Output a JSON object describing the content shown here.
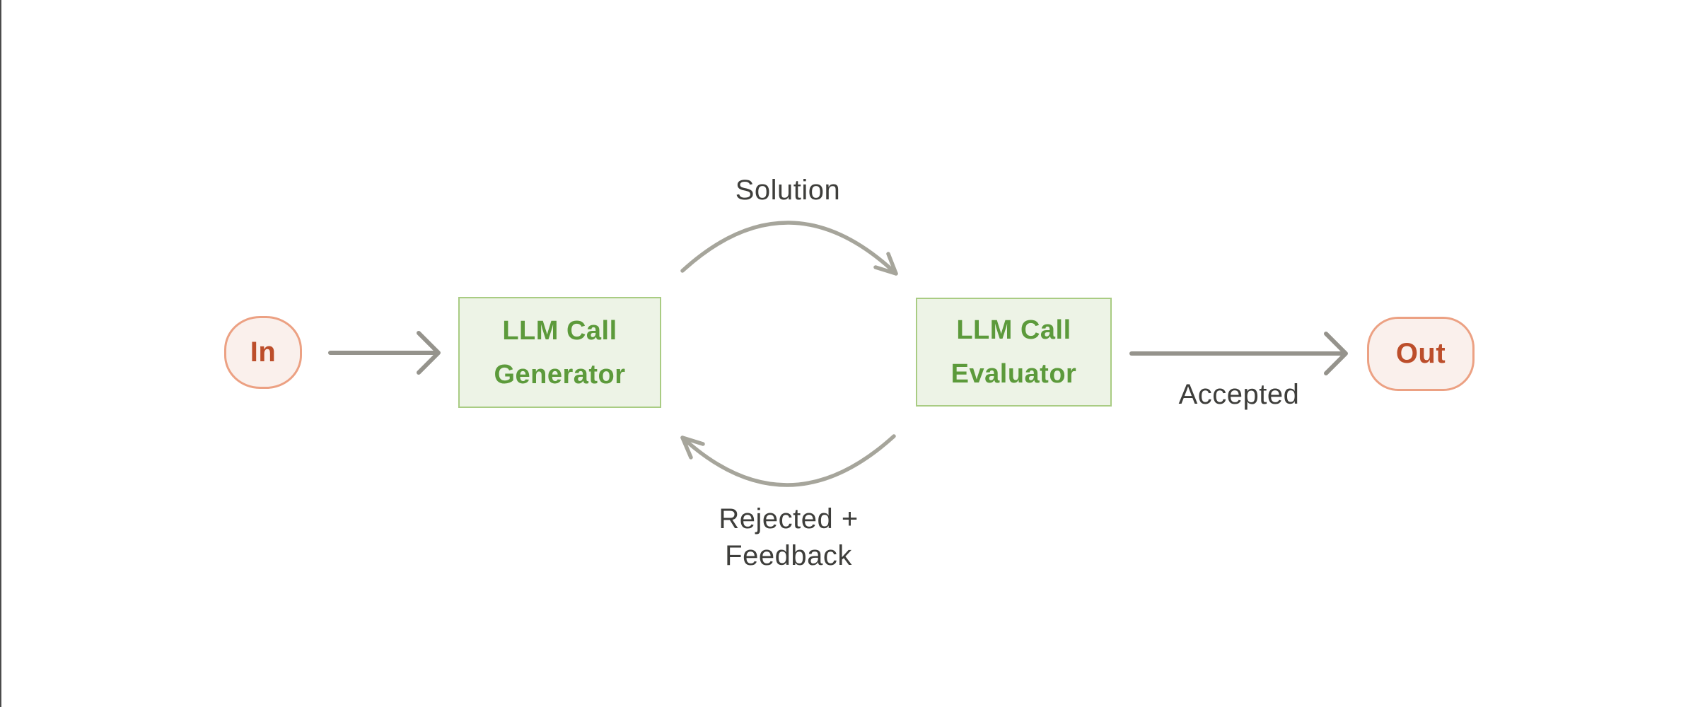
{
  "window": {
    "left_edge_line_color": "#4b4b4b",
    "background": "#ffffff"
  },
  "diagram": {
    "nodes": {
      "in": {
        "label": "In"
      },
      "generator": {
        "lines": [
          "LLM Call",
          "Generator"
        ]
      },
      "evaluator": {
        "lines": [
          "LLM Call",
          "Evaluator"
        ]
      },
      "out": {
        "label": "Out"
      }
    },
    "edge_labels": {
      "solution": "Solution",
      "accepted": "Accepted",
      "rejected_line1": "Rejected +",
      "rejected_line2": "Feedback"
    },
    "colors": {
      "terminal_fill": "#faf0ec",
      "terminal_border": "#eca183",
      "terminal_text": "#bc4e2b",
      "process_fill": "#edf3e6",
      "process_border": "#a9cc83",
      "process_text": "#5c9a3b",
      "arrow_straight": "#95938c",
      "arrow_curved": "#a6a59b",
      "label_text": "#3e3e3b"
    }
  }
}
